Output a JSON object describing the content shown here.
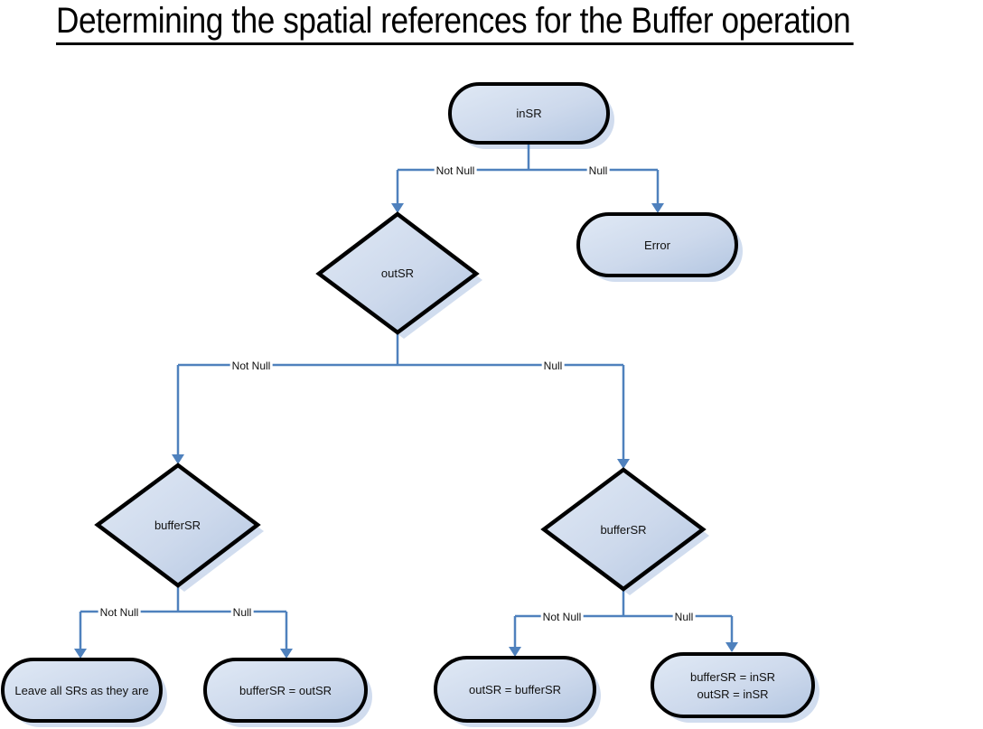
{
  "title": "Determining the spatial references for the Buffer operation",
  "colors": {
    "connector": "#4f81bd",
    "node_border": "#000000",
    "node_fill_light": "#e0e9f5",
    "node_fill_dark": "#b3c6e1",
    "node_shadow": "#c9d7ec",
    "background": "#ffffff",
    "text": "#111111"
  },
  "nodes": {
    "insr": {
      "label": "inSR",
      "shape": "terminator"
    },
    "error": {
      "label": "Error",
      "shape": "terminator"
    },
    "outsr": {
      "label": "outSR",
      "shape": "decision"
    },
    "buffersr_left": {
      "label": "bufferSR",
      "shape": "decision"
    },
    "buffersr_right": {
      "label": "bufferSR",
      "shape": "decision"
    },
    "leave_all": {
      "label": "Leave all SRs as they are",
      "shape": "terminator"
    },
    "buffersr_eq_outsr": {
      "label": "bufferSR = outSR",
      "shape": "terminator"
    },
    "outsr_eq_buffersr": {
      "label": "outSR = bufferSR",
      "shape": "terminator"
    },
    "buffersr_eq_insr": {
      "line1": "bufferSR = inSR",
      "line2": "outSR = inSR",
      "shape": "terminator"
    }
  },
  "edge_labels": {
    "insr_not_null": "Not Null",
    "insr_null": "Null",
    "outsr_not_null": "Not Null",
    "outsr_null": "Null",
    "bufl_not_null": "Not Null",
    "bufl_null": "Null",
    "bufr_not_null": "Not Null",
    "bufr_null": "Null"
  }
}
